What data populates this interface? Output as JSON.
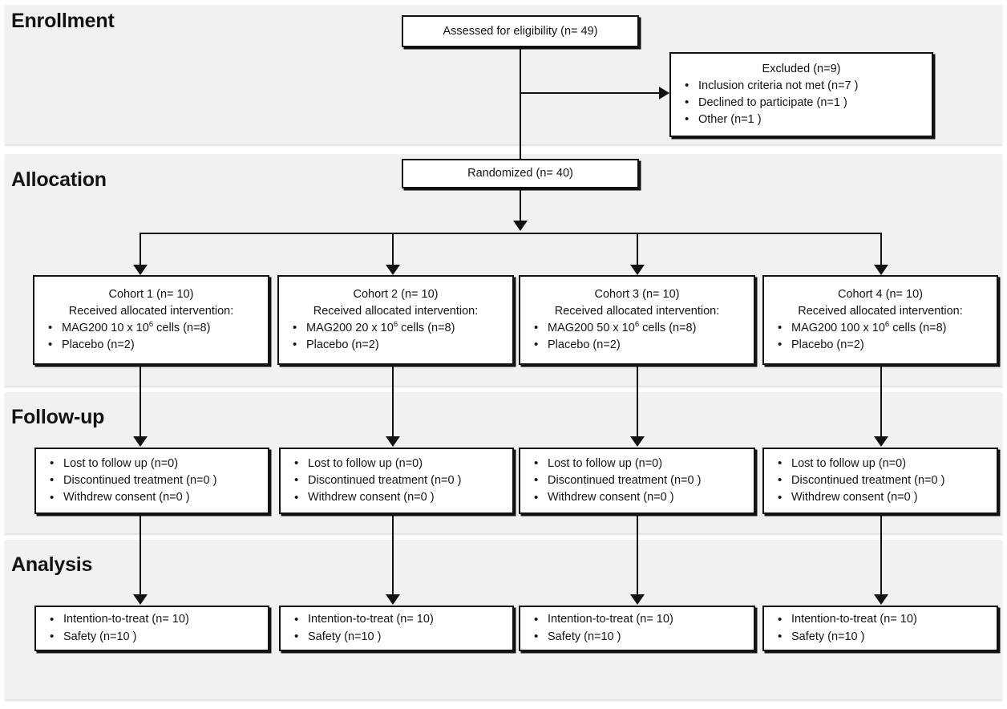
{
  "diagram": {
    "title": "CONSORT participant flow diagram",
    "colors": {
      "band_background": "#f1f1f1",
      "box_background": "#ffffff",
      "stroke": "#121212",
      "page_background": "#ffffff"
    }
  },
  "phases": [
    {
      "label": "Enrollment"
    },
    {
      "label": "Allocation"
    },
    {
      "label": "Follow-up"
    },
    {
      "label": "Analysis"
    }
  ],
  "enrollment": {
    "assessed": {
      "text": "Assessed for eligibility (n= 49)"
    },
    "excluded": {
      "heading": "Excluded (n=9)",
      "items": [
        "Inclusion criteria not met (n=7 )",
        "Declined to participate (n=1 )",
        "Other (n=1 )"
      ]
    }
  },
  "allocation": {
    "randomized": {
      "text": "Randomized (n= 40)"
    },
    "cohorts": [
      {
        "title": "Cohort 1 (n= 10)",
        "subtitle": "Received allocated intervention:",
        "dose_prefix": "MAG200 10 x 10",
        "dose_exponent": "6",
        "dose_suffix": " cells (n=8)",
        "placebo": "Placebo (n=2)"
      },
      {
        "title": "Cohort 2 (n= 10)",
        "subtitle": "Received allocated intervention:",
        "dose_prefix": "MAG200 20 x 10",
        "dose_exponent": "6",
        "dose_suffix": " cells (n=8)",
        "placebo": "Placebo (n=2)"
      },
      {
        "title": "Cohort 3 (n= 10)",
        "subtitle": "Received allocated intervention:",
        "dose_prefix": "MAG200 50 x 10",
        "dose_exponent": "6",
        "dose_suffix": " cells (n=8)",
        "placebo": "Placebo (n=2)"
      },
      {
        "title": "Cohort 4 (n= 10)",
        "subtitle": "Received allocated intervention:",
        "dose_prefix": "MAG200 100 x 10",
        "dose_exponent": "6",
        "dose_suffix": " cells (n=8)",
        "placebo": "Placebo (n=2)"
      }
    ]
  },
  "followup": {
    "boxes": [
      {
        "items": [
          "Lost to follow up (n=0)",
          "Discontinued treatment (n=0 )",
          "Withdrew consent (n=0 )"
        ]
      },
      {
        "items": [
          "Lost to follow up (n=0)",
          "Discontinued treatment (n=0 )",
          "Withdrew consent (n=0 )"
        ]
      },
      {
        "items": [
          "Lost to follow up (n=0)",
          "Discontinued treatment (n=0 )",
          "Withdrew consent (n=0 )"
        ]
      },
      {
        "items": [
          "Lost to follow up (n=0)",
          "Discontinued treatment (n=0 )",
          "Withdrew consent (n=0 )"
        ]
      }
    ]
  },
  "analysis": {
    "boxes": [
      {
        "items": [
          "Intention-to-treat (n= 10)",
          "Safety (n=10 )"
        ]
      },
      {
        "items": [
          "Intention-to-treat (n= 10)",
          "Safety (n=10 )"
        ]
      },
      {
        "items": [
          "Intention-to-treat (n= 10)",
          "Safety (n=10 )"
        ]
      },
      {
        "items": [
          "Intention-to-treat (n= 10)",
          "Safety (n=10 )"
        ]
      }
    ]
  }
}
